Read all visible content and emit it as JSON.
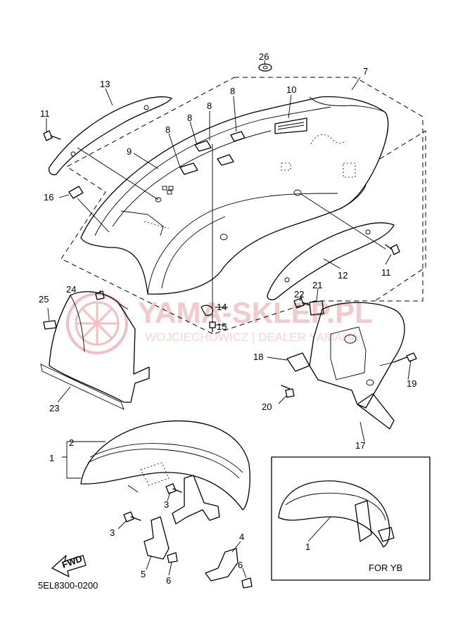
{
  "watermark": {
    "title": "YAMA-SKLEP.PL",
    "subtitle": "WOJCIECHOWICZ | DEALER YAMAHA",
    "color": "#e8a0a6"
  },
  "callouts": {
    "c1a": "1",
    "c1b": "1",
    "c2": "2",
    "c3a": "3",
    "c3b": "3",
    "c4": "4",
    "c5": "5",
    "c6a": "6",
    "c6b": "6",
    "c7": "7",
    "c8a": "8",
    "c8b": "8",
    "c8c": "8",
    "c8d": "8",
    "c9": "9",
    "c10": "10",
    "c11a": "11",
    "c11b": "11",
    "c12": "12",
    "c13": "13",
    "c14": "14",
    "c15": "15",
    "c16": "16",
    "c17": "17",
    "c18": "18",
    "c19": "19",
    "c20": "20",
    "c21": "21",
    "c22": "22",
    "c23": "23",
    "c24": "24",
    "c25": "25",
    "c26": "26"
  },
  "fwd_label": "FWD",
  "inset_label": "FOR YB",
  "diagram_code": "5EL8300-0200"
}
